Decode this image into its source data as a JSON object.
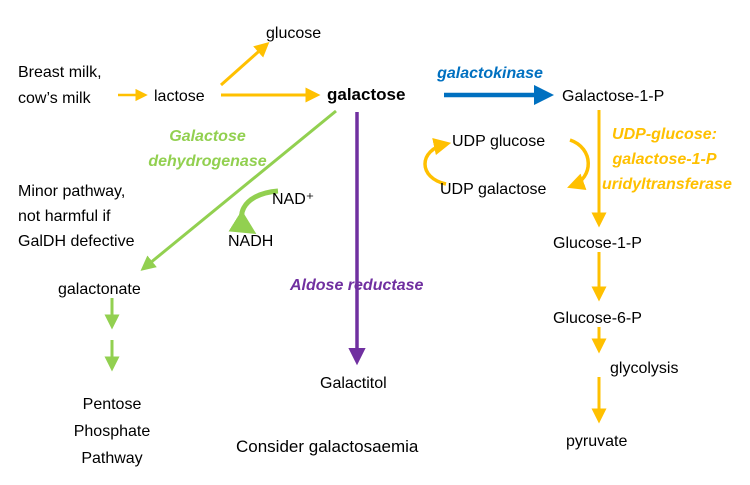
{
  "colors": {
    "gold": "#FFC000",
    "blue": "#0070C0",
    "green": "#92D050",
    "purple": "#7030A0",
    "text": "#000000",
    "background": "#FFFFFF"
  },
  "nodes": {
    "glucose": "glucose",
    "breast_milk": "Breast milk,\ncow’s milk",
    "lactose": "lactose",
    "galactose": "galactose",
    "galactose_1p": "Galactose-1-P",
    "udp_glucose": "UDP glucose",
    "udp_galactose": "UDP galactose",
    "glucose_1p": "Glucose-1-P",
    "glucose_6p": "Glucose-6-P",
    "glycolysis": "glycolysis",
    "pyruvate": "pyruvate",
    "galactonate": "galactonate",
    "pentose_phosphate_pathway": "Pentose\nPhosphate\nPathway",
    "galactitol": "Galactitol",
    "nad_plus": "NAD⁺",
    "nadh": "NADH"
  },
  "enzymes": {
    "galactokinase": "galactokinase",
    "galactose_dehydrogenase": "Galactose\ndehydrogenase",
    "uridyltransferase": "UDP-glucose:\ngalactose-1-P\nuridyltransferase",
    "aldose_reductase": "Aldose reductase"
  },
  "notes": {
    "minor_pathway": "Minor pathway,\nnot harmful if\nGalDH defective",
    "footer": "Consider galactosaemia"
  }
}
